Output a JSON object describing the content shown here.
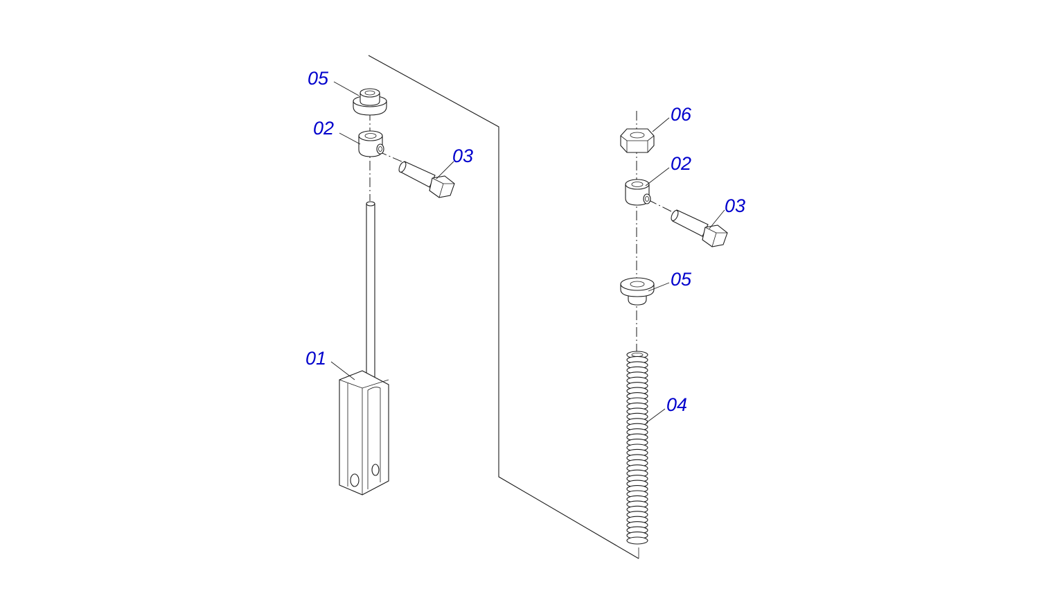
{
  "callouts": {
    "left_05": "05",
    "left_02": "02",
    "left_03": "03",
    "left_01": "01",
    "right_06": "06",
    "right_02": "02",
    "right_03": "03",
    "right_05": "05",
    "right_04": "04"
  },
  "colors": {
    "callout_text": "#0000cc",
    "line_art": "#1a1a1a",
    "background": "#ffffff"
  }
}
